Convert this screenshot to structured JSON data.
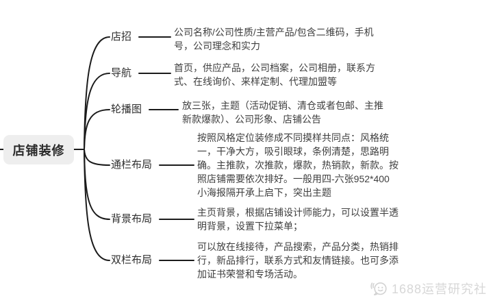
{
  "root": {
    "label": "店铺装修"
  },
  "branches": [
    {
      "label": "店招",
      "description": "公司名称/公司性质/主营产品/包含二维码，手机\n号，公司理念和实力"
    },
    {
      "label": "导航",
      "description": "首页，供应产品，公司档案，公司相册，联系方\n式、在线询价、来样定制、代理加盟等"
    },
    {
      "label": "轮播图",
      "description": "放三张，主题（活动促销、清仓或者包邮、主推\n新款爆款）、公司形象、店铺公告"
    },
    {
      "label": "通栏布局",
      "description": "按照风格定位装修成不同摸样共同点：风格统\n一，干净大方，吸引眼球，条例清楚，思路明\n确。主推款，次推款，爆款，热销款，新款。按\n照店铺需要依次排好。一般用四-六张952*400\n小海报隔开承上启下，突出主题"
    },
    {
      "label": "背景布局",
      "description": "主页背景，根据店铺设计师能力，可以设置半透\n明背景，设置下拉菜单；"
    },
    {
      "label": "双栏布局",
      "description": "可以放在线接待，产品搜索，产品分类，热销排\n行，新品排行，联系方式和友情链接。也可多添\n加证书荣誉和专场活动。"
    }
  ],
  "watermark": {
    "text": "1688运营研究社",
    "icon": "wechat-official-account-logo"
  },
  "colors": {
    "line": "#1b1b1b",
    "label_text": "#2f2f2f",
    "desc_text": "#3e3e3e",
    "node_bg": "#eeeeee",
    "node_text": "#2a2a2a",
    "watermark_text": "#d7d7d7"
  }
}
